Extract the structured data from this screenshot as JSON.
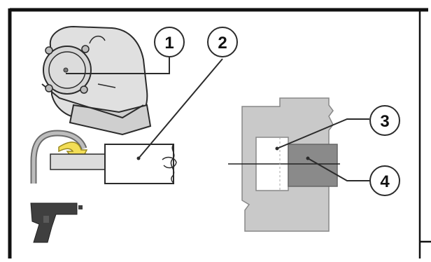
{
  "callouts": [
    {
      "label": "1"
    },
    {
      "label": "2"
    },
    {
      "label": "3"
    },
    {
      "label": "4"
    }
  ],
  "icons": {
    "motor_housing": "motor-housing-icon",
    "rotation_arrow": "rotation-arrow-icon",
    "shaft": "shaft-icon",
    "temperature_gun": "infrared-thermometer-icon"
  },
  "colors": {
    "frame": "#111111",
    "outline": "#2b2b2b",
    "housing_fill": "#d9d9d9",
    "section_fill": "#c8c8c8",
    "insert_fill": "#7a7a7a",
    "arrow_fill": "#f3de56",
    "arrow_stroke": "#9a8a20",
    "gun_fill": "#3f3f3f"
  }
}
